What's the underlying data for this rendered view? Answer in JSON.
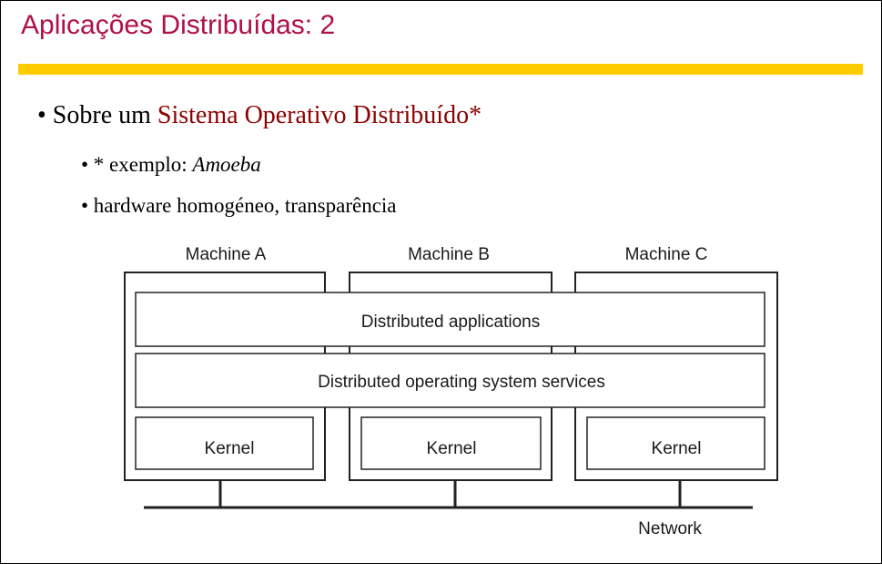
{
  "slide": {
    "title": "Aplicações Distribuídas: 2",
    "accent_color": "#b0104a",
    "rule_color": "#ffcc00"
  },
  "bullets": {
    "main_prefix": "• Sobre um ",
    "main_highlight": "Sistema Operativo Distribuído*",
    "sub1_prefix": "• * exemplo: ",
    "sub1_italic": "Amoeba",
    "sub2": "• hardware homogéneo, transparência"
  },
  "diagram": {
    "machines": [
      "Machine A",
      "Machine B",
      "Machine C"
    ],
    "layers": {
      "applications": "Distributed applications",
      "services": "Distributed operating system services"
    },
    "kernels": [
      "Kernel",
      "Kernel",
      "Kernel"
    ],
    "network": "Network"
  }
}
